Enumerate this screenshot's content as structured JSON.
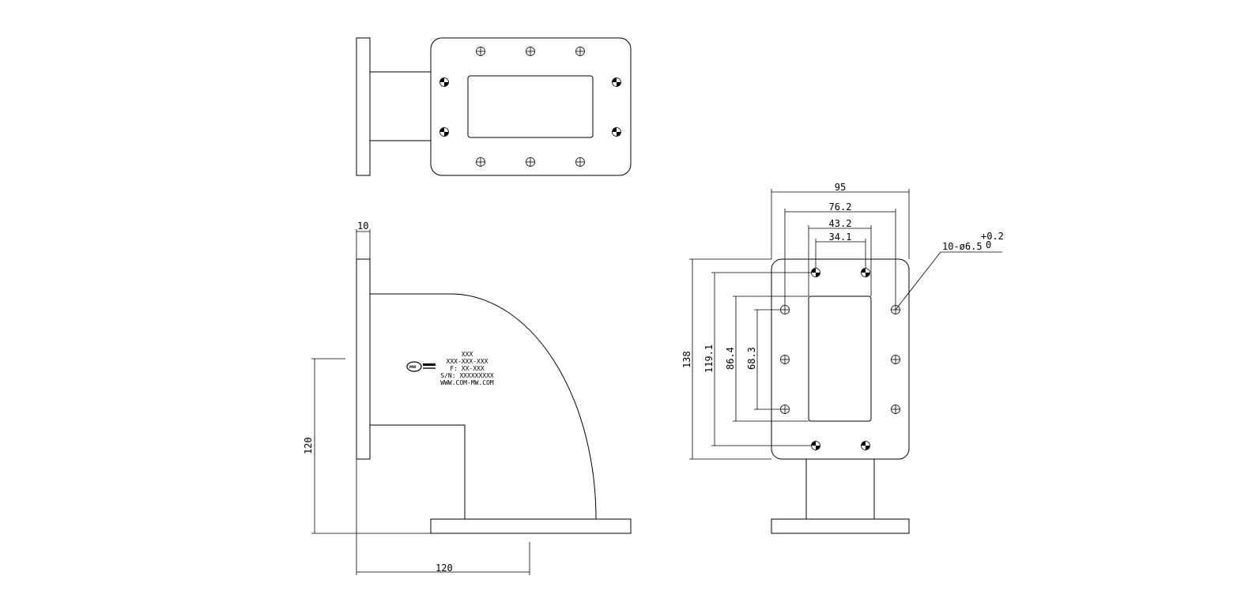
{
  "dimensions": {
    "flange_thickness": "10",
    "height_left": "120",
    "width_bottom": "120",
    "width_95": "95",
    "width_76_2": "76.2",
    "width_43_2": "43.2",
    "width_34_1": "34.1",
    "height_138": "138",
    "height_119_1": "119.1",
    "height_86_4": "86.4",
    "height_68_3": "68.3",
    "hole_callout": "10-ø6.5",
    "tol_upper": "+0.2",
    "tol_lower": "0"
  },
  "label": {
    "line1": "XXX",
    "line2": "XXX-XXX-XXX",
    "line3": "F: XX-XXX",
    "line4": "S/N: XXXXXXXXX",
    "line5": "WWW.COM-MW.COM",
    "logo_mark": "MW"
  }
}
